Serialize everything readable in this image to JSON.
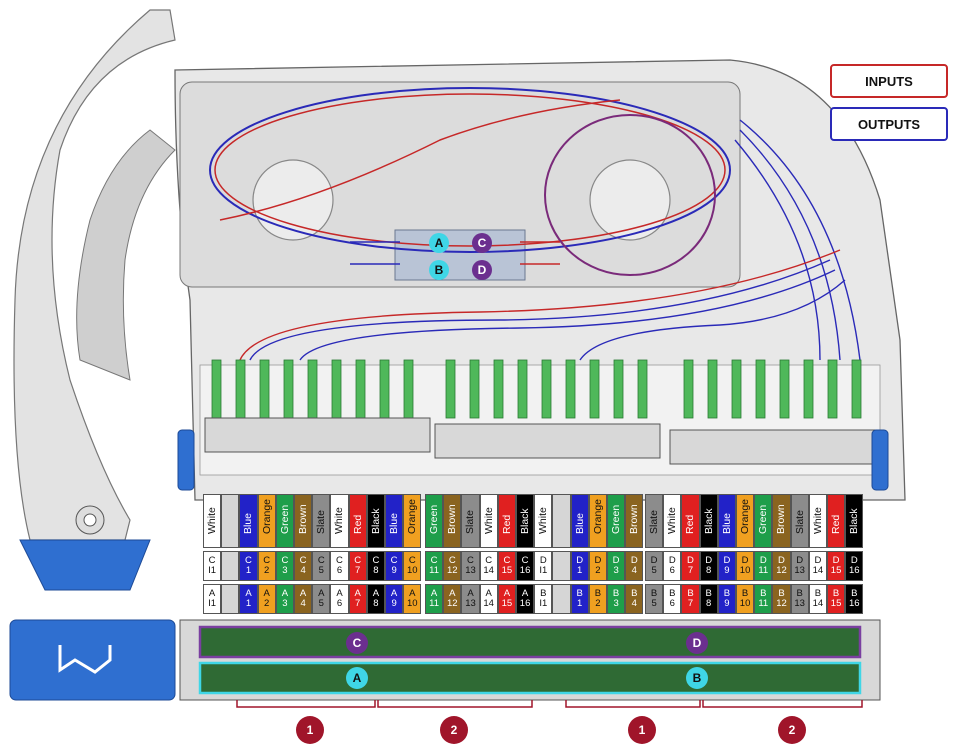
{
  "legend": {
    "inputs_label": "INPUTS",
    "outputs_label": "OUTPUTS",
    "inputs_color": "#c62828",
    "outputs_color": "#2a2ab8"
  },
  "tray_markers": [
    "A",
    "C",
    "B",
    "D"
  ],
  "bottom_markers": [
    "C",
    "D",
    "A",
    "B"
  ],
  "group_numbers": [
    "1",
    "2",
    "1",
    "2"
  ],
  "marker_colors": {
    "A": "#3fd6e6",
    "B": "#3fd6e6",
    "C": "#6b2f8f",
    "D": "#6b2f8f",
    "group": "#a0152a"
  },
  "color_table": {
    "groups": [
      {
        "colors": [
          "White",
          "",
          "Blue",
          "Orange",
          "Green",
          "Brown",
          "Slate",
          "White",
          "Red",
          "Black",
          "Blue",
          "Orange"
        ],
        "row1": [
          [
            "C",
            "I1"
          ],
          [
            "",
            ""
          ],
          [
            "C",
            "1"
          ],
          [
            "C",
            "2"
          ],
          [
            "C",
            "3"
          ],
          [
            "C",
            "4"
          ],
          [
            "C",
            "5"
          ],
          [
            "C",
            "6"
          ],
          [
            "C",
            "7"
          ],
          [
            "C",
            "8"
          ],
          [
            "C",
            "9"
          ],
          [
            "C",
            "10"
          ]
        ],
        "row2": [
          [
            "A",
            "I1"
          ],
          [
            "",
            ""
          ],
          [
            "A",
            "1"
          ],
          [
            "A",
            "2"
          ],
          [
            "A",
            "3"
          ],
          [
            "A",
            "4"
          ],
          [
            "A",
            "5"
          ],
          [
            "A",
            "6"
          ],
          [
            "A",
            "7"
          ],
          [
            "A",
            "8"
          ],
          [
            "A",
            "9"
          ],
          [
            "A",
            "10"
          ]
        ]
      },
      {
        "colors": [
          "Green",
          "Brown",
          "Slate",
          "White",
          "Red",
          "Black",
          "White",
          "",
          "Blue",
          "Orange",
          "Green",
          "Brown"
        ],
        "row1": [
          [
            "C",
            "11"
          ],
          [
            "C",
            "12"
          ],
          [
            "C",
            "13"
          ],
          [
            "C",
            "14"
          ],
          [
            "C",
            "15"
          ],
          [
            "C",
            "16"
          ],
          [
            "D",
            "I1"
          ],
          [
            "",
            ""
          ],
          [
            "D",
            "1"
          ],
          [
            "D",
            "2"
          ],
          [
            "D",
            "3"
          ],
          [
            "D",
            "4"
          ]
        ],
        "row2": [
          [
            "A",
            "11"
          ],
          [
            "A",
            "12"
          ],
          [
            "A",
            "13"
          ],
          [
            "A",
            "14"
          ],
          [
            "A",
            "15"
          ],
          [
            "A",
            "16"
          ],
          [
            "B",
            "I1"
          ],
          [
            "",
            ""
          ],
          [
            "B",
            "1"
          ],
          [
            "B",
            "2"
          ],
          [
            "B",
            "3"
          ],
          [
            "B",
            "4"
          ]
        ]
      },
      {
        "colors": [
          "Slate",
          "White",
          "Red",
          "Black",
          "Blue",
          "Orange",
          "Green",
          "Brown",
          "Slate",
          "White",
          "Red",
          "Black"
        ],
        "row1": [
          [
            "D",
            "5"
          ],
          [
            "D",
            "6"
          ],
          [
            "D",
            "7"
          ],
          [
            "D",
            "8"
          ],
          [
            "D",
            "9"
          ],
          [
            "D",
            "10"
          ],
          [
            "D",
            "11"
          ],
          [
            "D",
            "12"
          ],
          [
            "D",
            "13"
          ],
          [
            "D",
            "14"
          ],
          [
            "D",
            "15"
          ],
          [
            "D",
            "16"
          ]
        ],
        "row2": [
          [
            "B",
            "5"
          ],
          [
            "B",
            "6"
          ],
          [
            "B",
            "7"
          ],
          [
            "B",
            "8"
          ],
          [
            "B",
            "9"
          ],
          [
            "B",
            "10"
          ],
          [
            "B",
            "11"
          ],
          [
            "B",
            "12"
          ],
          [
            "B",
            "13"
          ],
          [
            "B",
            "14"
          ],
          [
            "B",
            "15"
          ],
          [
            "B",
            "16"
          ]
        ]
      }
    ],
    "fiber_colors": {
      "White": "#ffffff",
      "Blue": "#2222c8",
      "Orange": "#f0a020",
      "Green": "#1e9e4a",
      "Brown": "#8a6420",
      "Slate": "#8c8c8c",
      "Red": "#e02020",
      "Black": "#000000",
      "": "#d6d6d6"
    }
  }
}
